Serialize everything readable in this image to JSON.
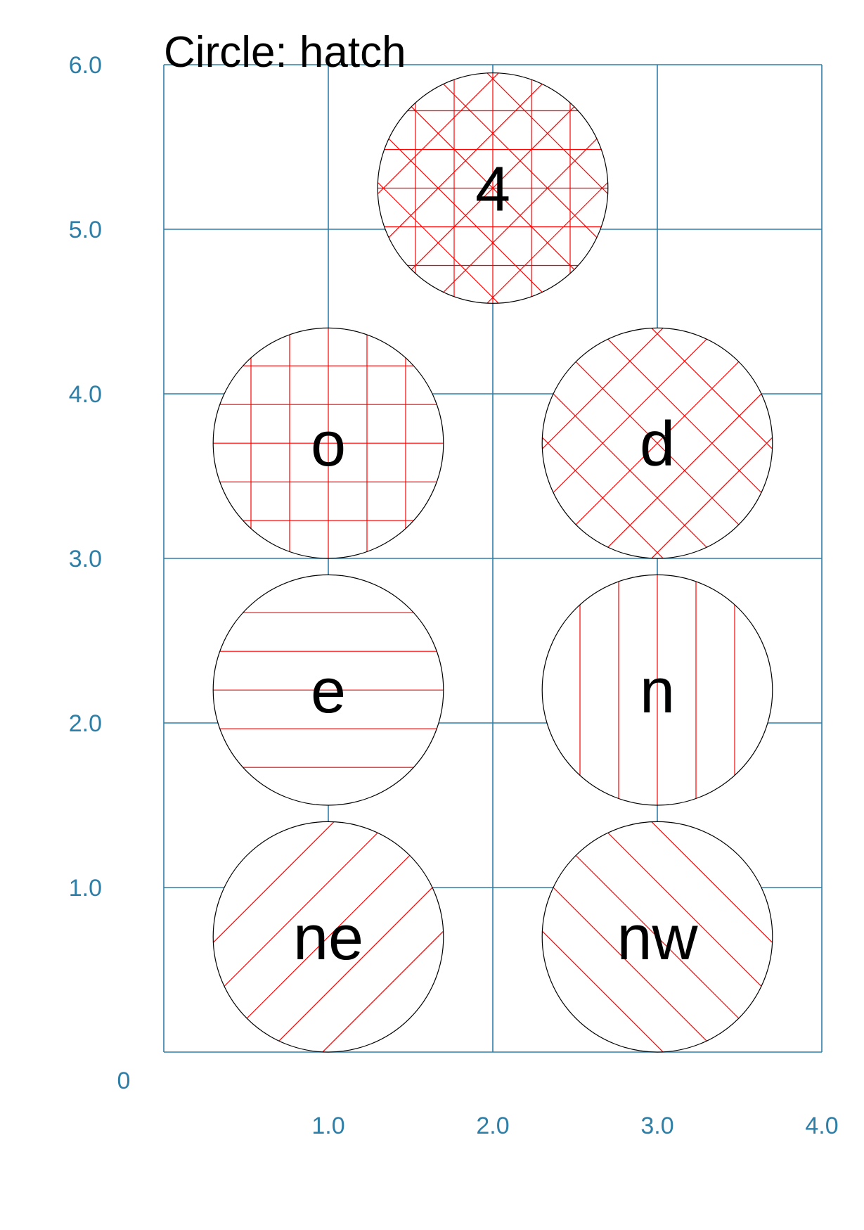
{
  "title": "Circle: hatch",
  "axes": {
    "x_ticks": [
      "1.0",
      "2.0",
      "3.0",
      "4.0"
    ],
    "y_ticks": [
      "1.0",
      "2.0",
      "3.0",
      "4.0",
      "5.0",
      "6.0"
    ],
    "origin_label": "0",
    "x_range": [
      0,
      4
    ],
    "y_range": [
      0,
      6
    ],
    "grid": true
  },
  "colors": {
    "grid": "#2e7fa8",
    "hatch": "#ff0000",
    "outline": "#000000",
    "text": "#000000"
  },
  "circles": [
    {
      "label": "4",
      "x": 2,
      "y": 5.25,
      "r": 0.7,
      "hatch": "4"
    },
    {
      "label": "o",
      "x": 1,
      "y": 3.7,
      "r": 0.7,
      "hatch": "o"
    },
    {
      "label": "d",
      "x": 3,
      "y": 3.7,
      "r": 0.7,
      "hatch": "d"
    },
    {
      "label": "e",
      "x": 1,
      "y": 2.2,
      "r": 0.7,
      "hatch": "e"
    },
    {
      "label": "n",
      "x": 3,
      "y": 2.2,
      "r": 0.7,
      "hatch": "n"
    },
    {
      "label": "ne",
      "x": 1,
      "y": 0.7,
      "r": 0.7,
      "hatch": "ne"
    },
    {
      "label": "nw",
      "x": 3,
      "y": 0.7,
      "r": 0.7,
      "hatch": "nw"
    }
  ]
}
